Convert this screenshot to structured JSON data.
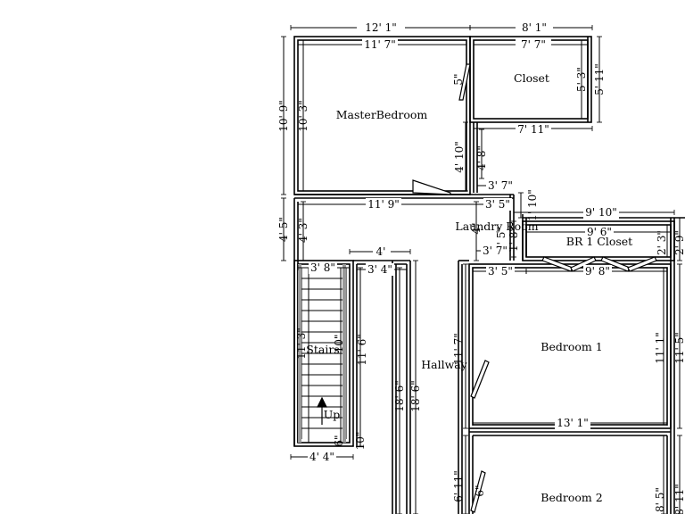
{
  "rooms": {
    "master_bedroom": "MasterBedroom",
    "closet": "Closet",
    "laundry_room": "Laundry Room",
    "br1_closet": "BR 1 Closet",
    "stairs": "Stairs",
    "up": "Up",
    "hallway": "Hallway",
    "bedroom1": "Bedroom 1",
    "bedroom2": "Bedroom 2"
  },
  "dimensions": {
    "top_left": "12' 1\"",
    "top_right": "8' 1\"",
    "master_inner_width": "11' 7\"",
    "closet_inner_width": "7' 7\"",
    "closet_height_inner": "5' 3\"",
    "closet_height_outer": "5' 11\"",
    "closet_bottom_width": "7' 11\"",
    "door_5": "5\"",
    "master_height_outer": "10' 9\"",
    "master_height_inner": "10' 3\"",
    "master_right_lower": "4' 10\"",
    "hall_right_4_8": "4' 8\"",
    "laundry_width_top": "3' 7\"",
    "laundry_width_lower": "3' 5\"",
    "laundry_height": "1' 10\"",
    "master_bottom_width": "11' 9\"",
    "br1closet_outer_width": "9' 10\"",
    "br1closet_inner_width": "9' 6\"",
    "br1closet_height_inner": "2' 3\"",
    "br1closet_height_outer": "2' 9\"",
    "left_4_5": "4' 5\"",
    "left_4_3": "4' 3\"",
    "laundry_4": "4\"",
    "laundry_2_5": "2' 5\"",
    "laundry_1_8": "1' 8\"",
    "laundry_bottom_width": "3' 7\"",
    "stair_top_4": "4'",
    "stair_inner_width": "3' 8\"",
    "stair_right_width": "3' 4\"",
    "bedroom1_left_width": "3' 5\"",
    "bedroom1_top_width": "9' 8\"",
    "stairs_11_3": "11' 3\"",
    "stairs_10": "10\"",
    "stair_column_11_6": "11' 6\"",
    "hall_18_6_a": "18' 6\"",
    "hall_18_6_b": "18' 6\"",
    "bedroom1_height_left": "11' 7\"",
    "bedroom1_height_right": "11' 1\"",
    "bedroom1_height_outer": "11' 5\"",
    "bedroom1_bottom_width": "13' 1\"",
    "stair_bottom_10": "10\"",
    "stair_bottom_6": "6\"",
    "stair_bottom_width": "4' 4\"",
    "bedroom2_left": "6' 11\"",
    "bedroom2_door_6": "6\"",
    "bedroom2_right": "8' 5\"",
    "bedroom2_outer": "8' 11\""
  }
}
